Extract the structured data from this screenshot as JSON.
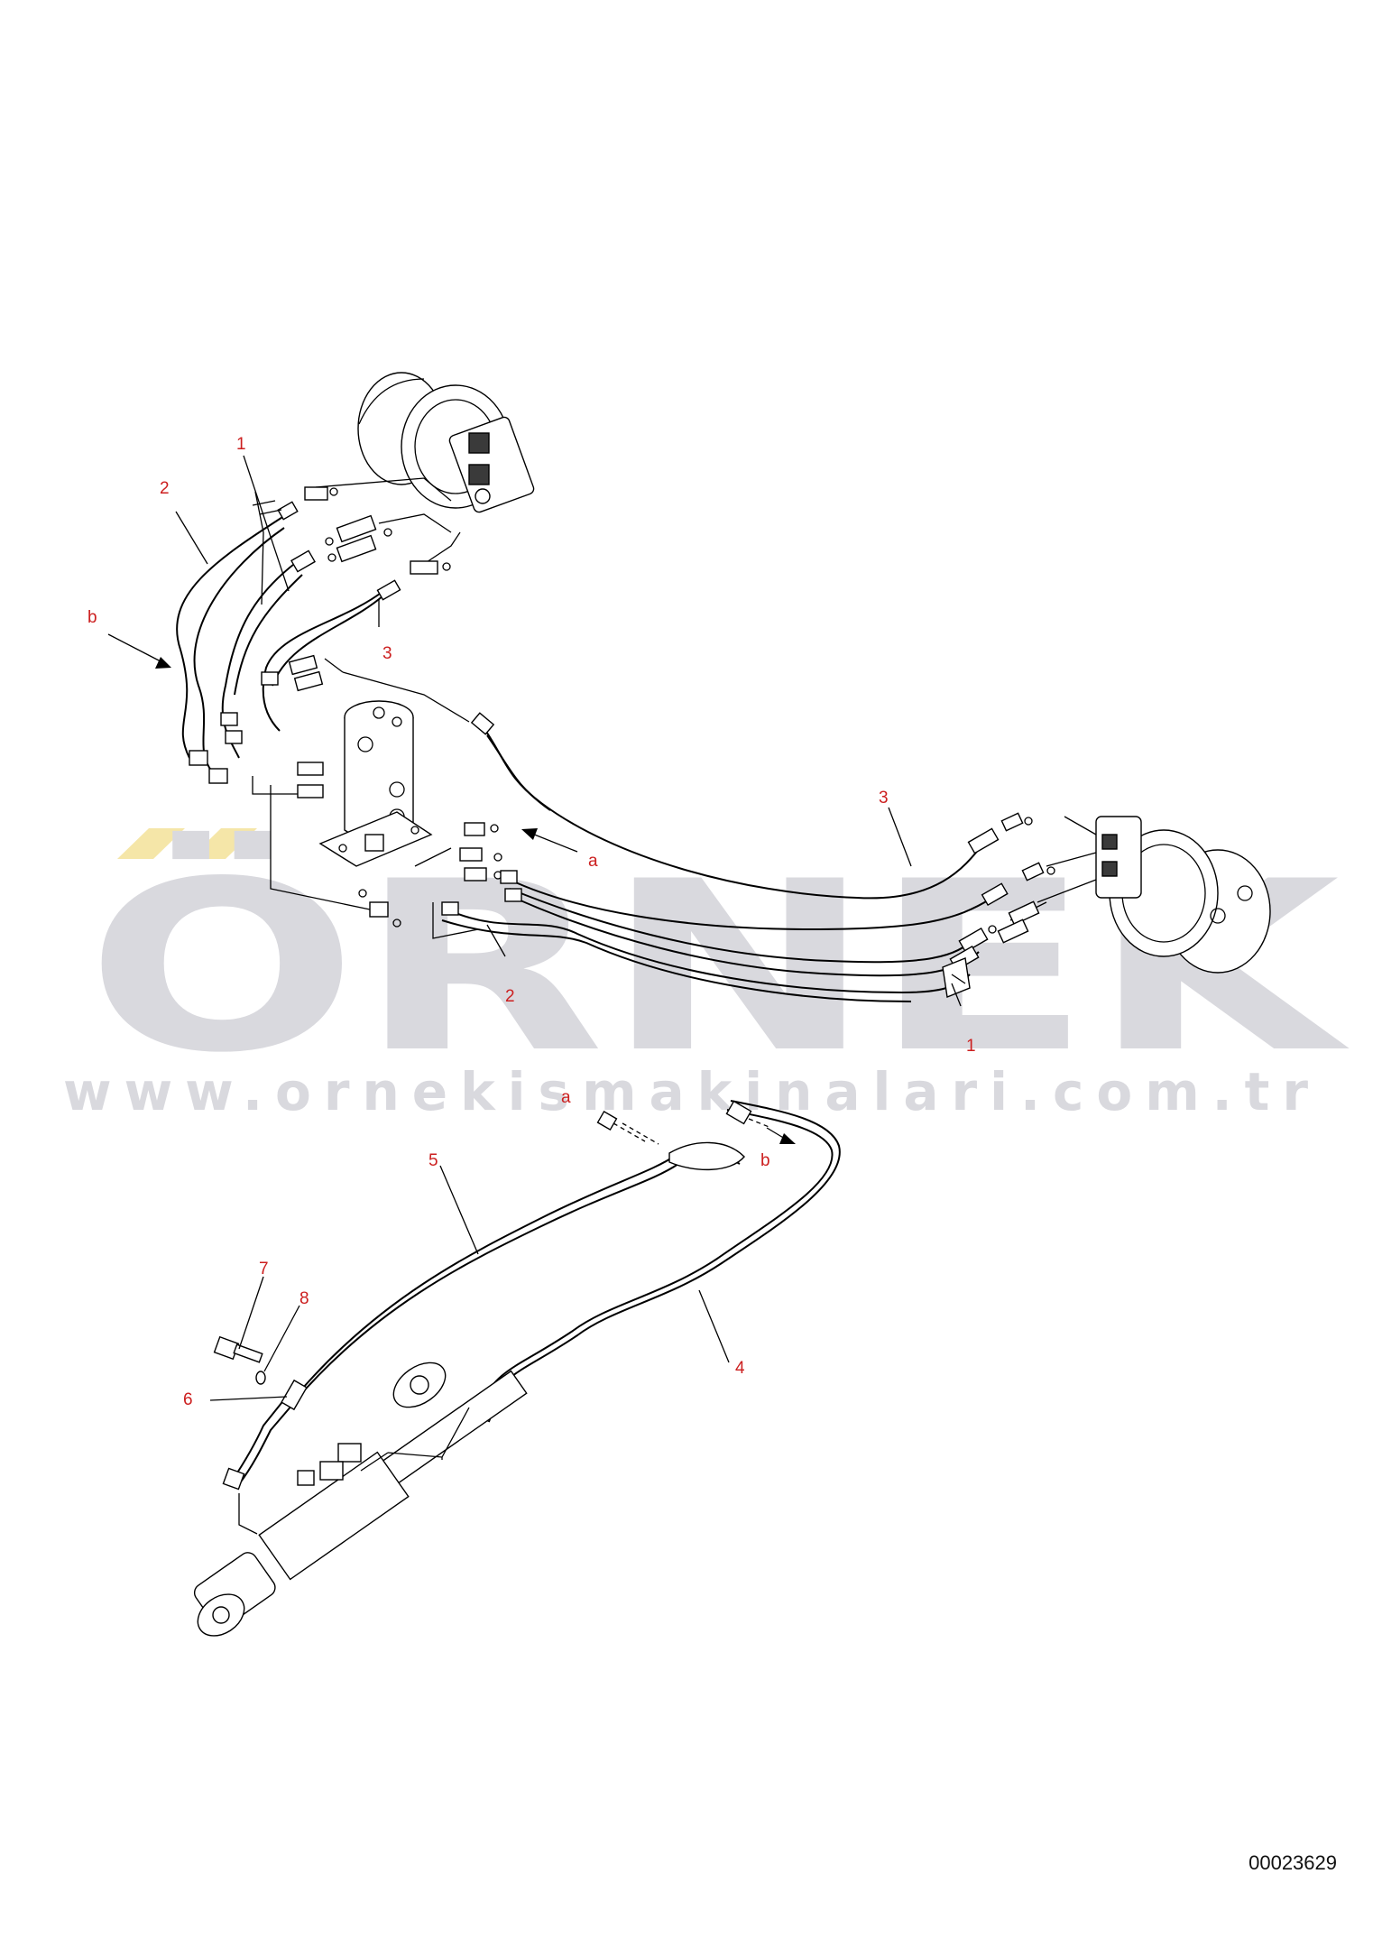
{
  "watermark": {
    "brand": "ÖRNEK",
    "url": "www.ornekismakinalari.com.tr",
    "color": "#d9d9de",
    "umlaut_color": "#f5e6a8"
  },
  "callouts": {
    "c1_top": "1",
    "c2_top": "2",
    "c3_top": "3",
    "b_left": "b",
    "a_mid": "a",
    "c3_right": "3",
    "c2_mid": "2",
    "c1_mid": "1",
    "a_low": "a",
    "b_low": "b",
    "c5": "5",
    "c4": "4",
    "c6": "6",
    "c7": "7",
    "c8": "8"
  },
  "document_number": "00023629",
  "callout_color": "#cc1f1f"
}
